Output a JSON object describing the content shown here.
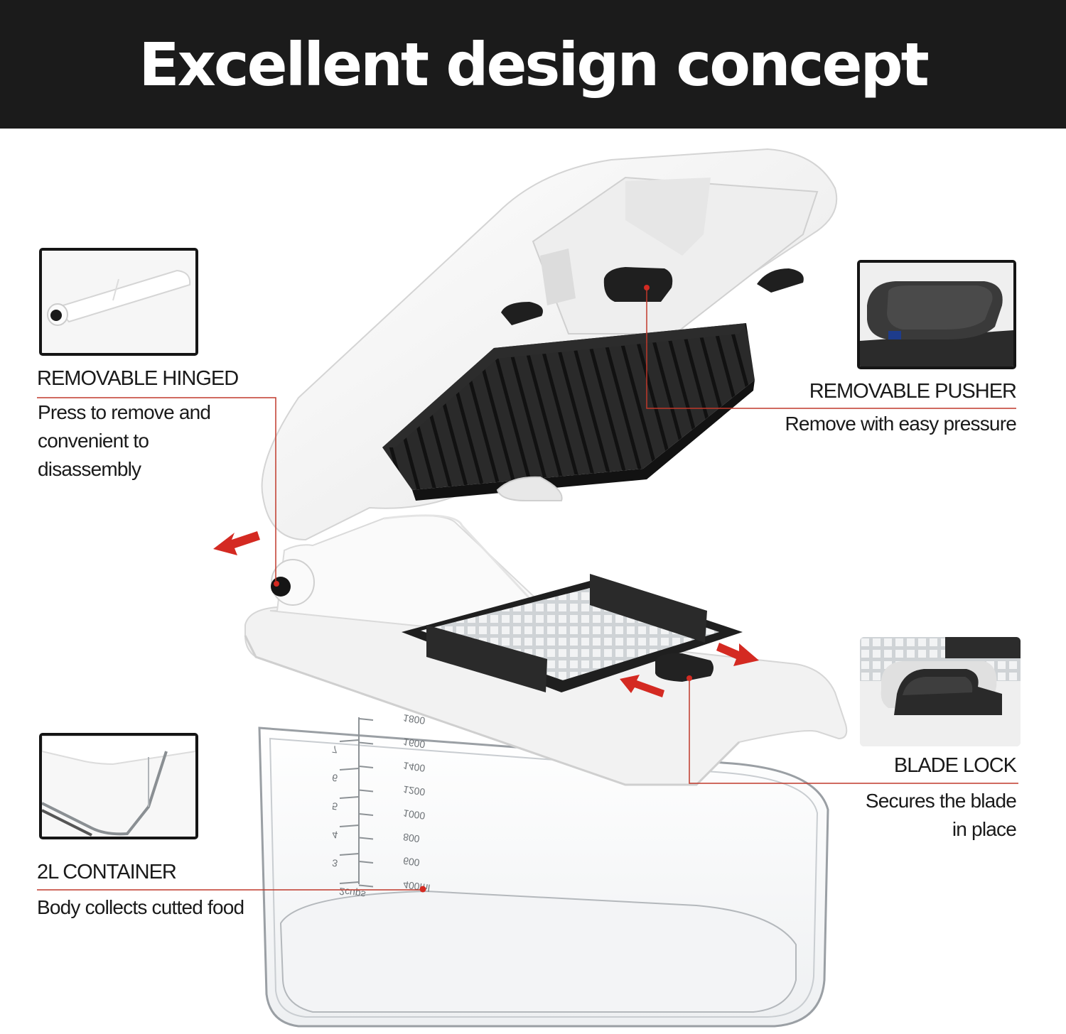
{
  "header": {
    "title": "Excellent design concept"
  },
  "features": {
    "hinge": {
      "title": "REMOVABLE HINGED",
      "desc_lines": [
        "Press to remove and",
        "convenient to",
        "disassembly"
      ]
    },
    "pusher": {
      "title": "REMOVABLE PUSHER",
      "desc_lines": [
        "Remove with easy pressure"
      ]
    },
    "blade_lock": {
      "title": "BLADE LOCK",
      "desc_lines": [
        "Secures the blade",
        "in place"
      ]
    },
    "container": {
      "title": "2L CONTAINER",
      "desc_lines": [
        "Body collects cutted food"
      ]
    }
  },
  "container_scale": {
    "ml": [
      "1800",
      "1600",
      "1400",
      "1200",
      "1000",
      "800",
      "600",
      "400ml"
    ],
    "cups": [
      "7",
      "6",
      "5",
      "4",
      "3",
      "2cups"
    ]
  },
  "colors": {
    "header_bg": "#1b1b1b",
    "accent_red": "#d42a22",
    "blade_dark": "#1f1f1f"
  }
}
